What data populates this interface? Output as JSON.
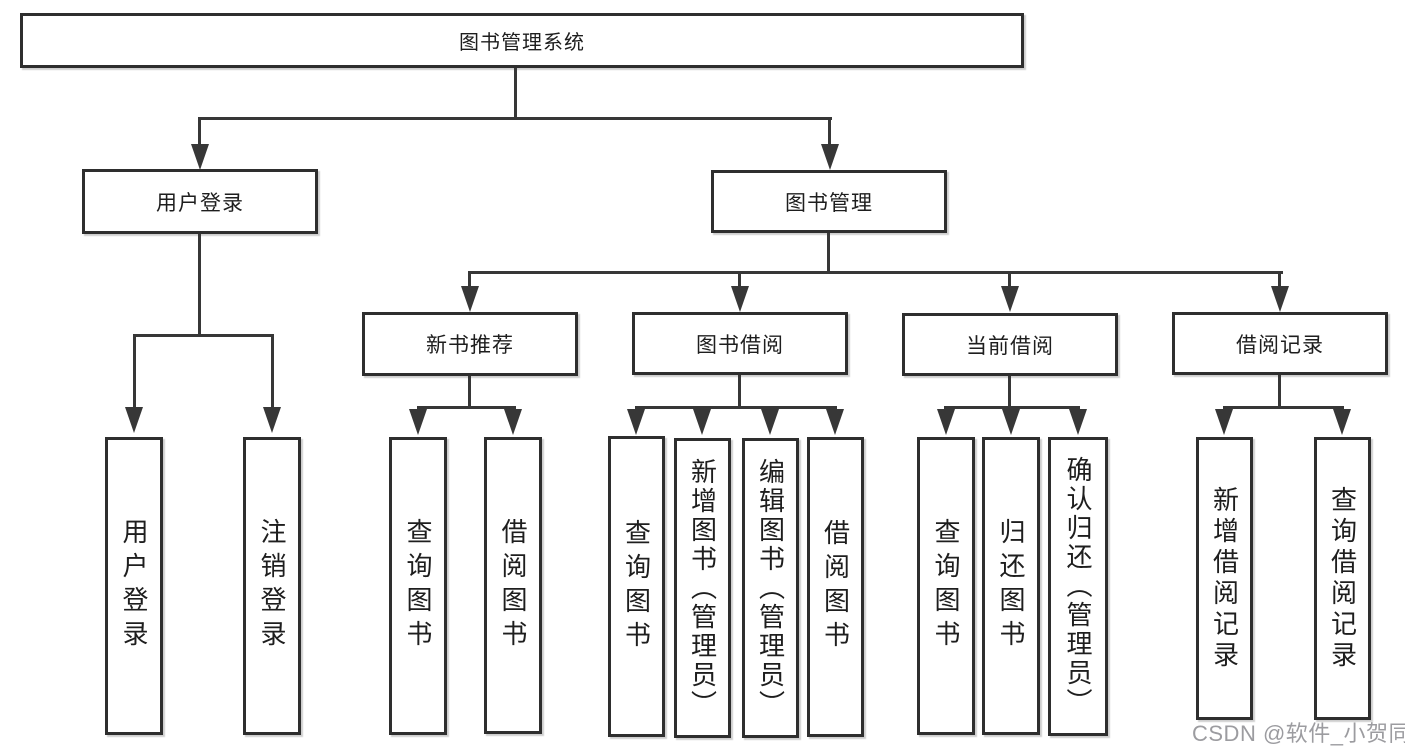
{
  "diagram": {
    "title": "图书管理系统",
    "tree": {
      "root": {
        "label": "图书管理系统"
      },
      "branches": [
        {
          "label": "用户登录",
          "leaves": [
            "用户登录",
            "注销登录"
          ]
        },
        {
          "label": "图书管理",
          "groups": [
            {
              "label": "新书推荐",
              "leaves": [
                "查询图书",
                "借阅图书"
              ]
            },
            {
              "label": "图书借阅",
              "leaves": [
                "查询图书",
                "新增图书（管理员）",
                "编辑图书（管理员）",
                "借阅图书"
              ]
            },
            {
              "label": "当前借阅",
              "leaves": [
                "查询图书",
                "归还图书",
                "确认归还（管理员）"
              ]
            },
            {
              "label": "借阅记录",
              "leaves": [
                "新增借阅记录",
                "查询借阅记录"
              ]
            }
          ]
        }
      ]
    },
    "watermark": "CSDN @软件_小贺同学",
    "colors": {
      "line": "#373737",
      "border": "#2e2e2e",
      "text": "#1e1e1e",
      "watermark_text": "#9c9ca0",
      "background": "#ffffff"
    }
  }
}
